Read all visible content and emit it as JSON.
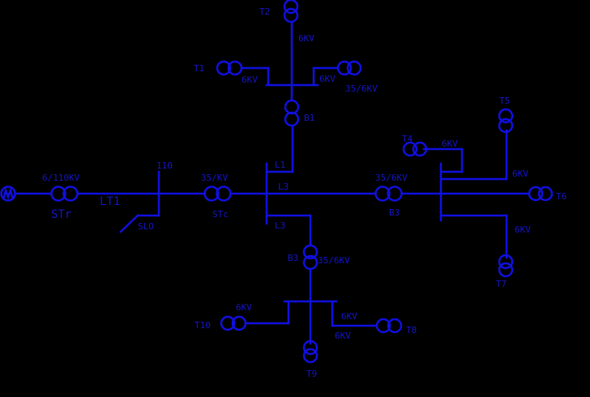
{
  "colors": {
    "background": "#000000",
    "line": "#1010e0",
    "text": "#1515c8"
  },
  "labels": {
    "t2": "T2",
    "kv_top": "6KV",
    "t1": "T1",
    "kv_t1": "6KV",
    "kv_t1b": "6KV",
    "kv_3563_top": "35/6KV",
    "b1": "B1",
    "t5": "T5",
    "t4": "T4",
    "kv_t4": "6KV",
    "kv_t5": "6KV",
    "t6": "T6",
    "gen_kv": "6/110KV",
    "str": "STr",
    "lt1": "LT1",
    "bus110": "110",
    "slo": "SLO",
    "stc_kv": "35/KV",
    "stc": "STc",
    "l1": "L1",
    "l3": "L3",
    "l3b": "L3",
    "b3_kv": "35/6KV",
    "b3_right": "B3",
    "kv_t7": "6KV",
    "b3": "B3",
    "kv_b3": "35/6KV",
    "kv_t10": "6KV",
    "t10": "T10",
    "kv_t8": "6KV",
    "kv_t8b": "6KV",
    "t8": "T8",
    "t9": "T9",
    "t7": "T7"
  }
}
